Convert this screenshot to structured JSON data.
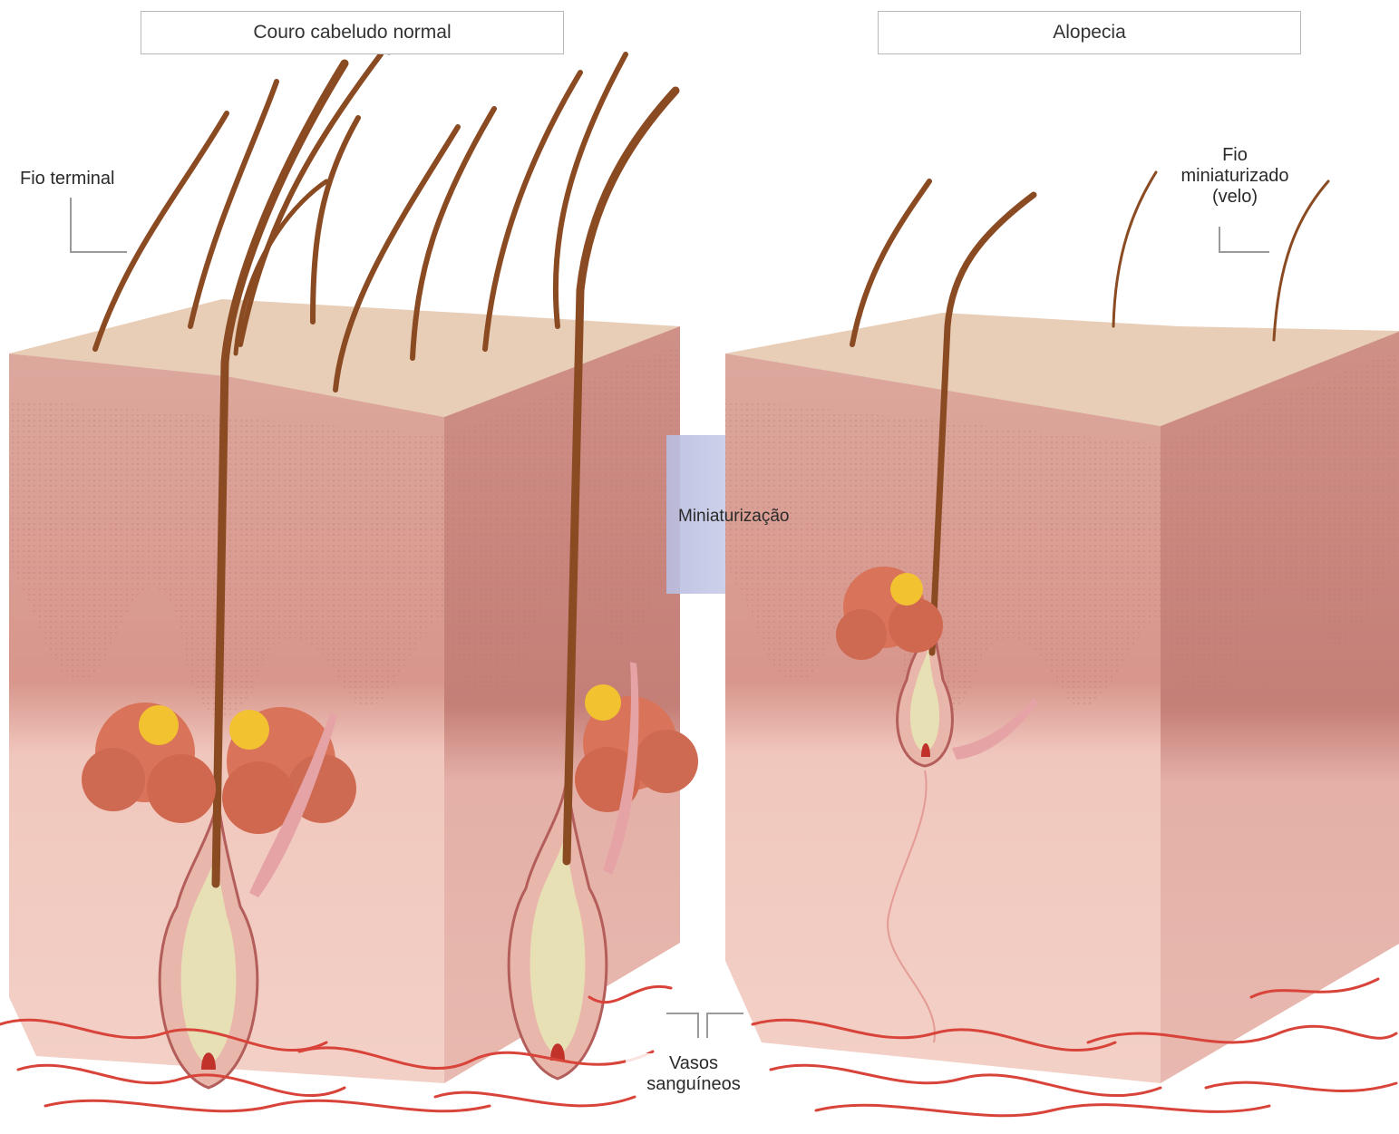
{
  "panels": {
    "normal": {
      "title": "Couro cabeludo normal"
    },
    "alopecia": {
      "title": "Alopecia"
    }
  },
  "labels": {
    "terminal_hair": "Fio terminal",
    "miniaturized_hair": [
      "Fio",
      "miniaturizado",
      "(velo)"
    ],
    "process_arrow": "Miniaturização",
    "blood_vessels": [
      "Vasos",
      "sanguíneos"
    ]
  },
  "colors": {
    "skin_top": "#e8cdb7",
    "dermis_front": "#d99f95",
    "dermis_side": "#c78880",
    "deep_front": "#efc8bd",
    "deep_side": "#dcaaa2",
    "hair": "#8a4a22",
    "gland": "#d9735a",
    "sebum": "#f2c230",
    "follicle_core": "#e7e0b4",
    "vessel": "#d9443a",
    "arrow": "#c9cde8",
    "leader_line": "#9a9a9a"
  }
}
